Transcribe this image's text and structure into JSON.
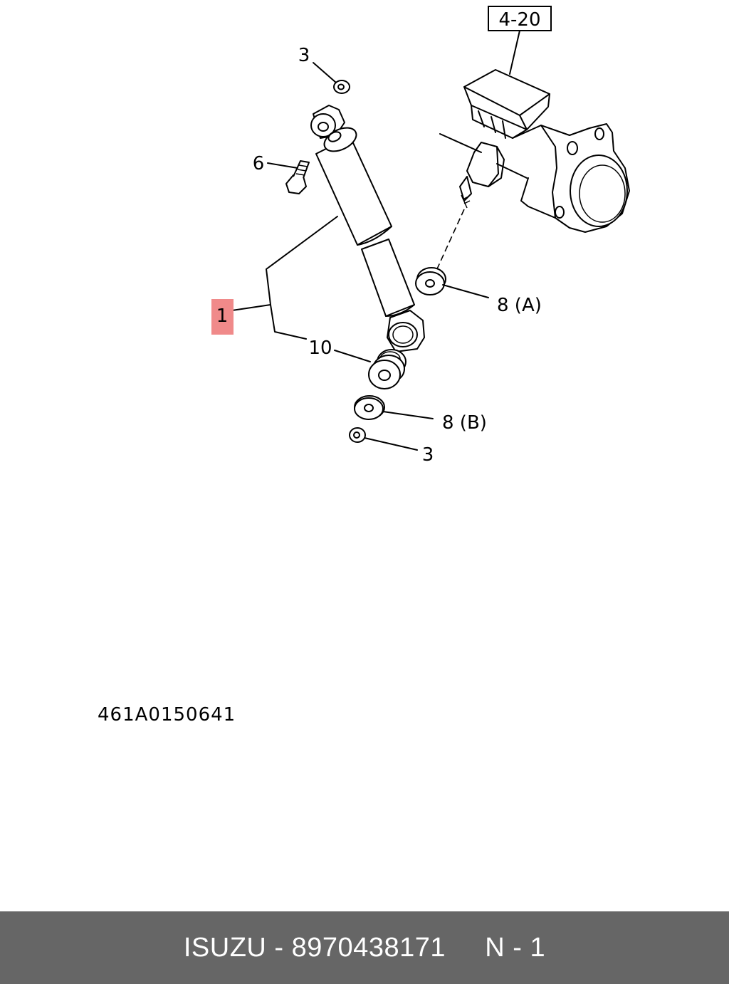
{
  "diagram": {
    "ref_box": "4-20",
    "callouts": {
      "nut_top": "3",
      "bolt": "6",
      "shock_absorber": "1",
      "bushing_kit": "10",
      "washer_a": "8 (A)",
      "washer_b": "8 (B)",
      "nut_bottom": "3"
    },
    "drawing_code": "461A0150641",
    "highlight_color": "#f08a8a"
  },
  "footer": {
    "text": "ISUZU - 8970438171     N - 1",
    "background": "#666666"
  }
}
